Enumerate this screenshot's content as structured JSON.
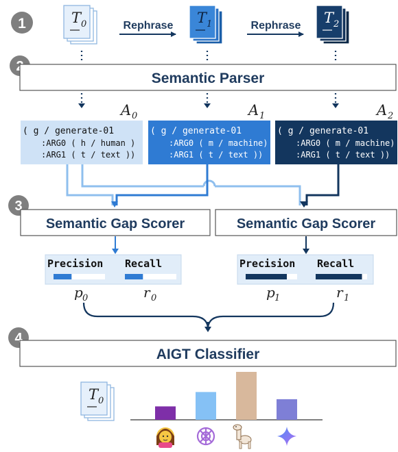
{
  "steps": [
    "1",
    "2",
    "3",
    "4"
  ],
  "docs": {
    "t0": {
      "base": "T",
      "sub": "0"
    },
    "t1": {
      "base": "T",
      "sub": "1"
    },
    "t2": {
      "base": "T",
      "sub": "2"
    }
  },
  "rephrase_label": "Rephrase",
  "semantic_parser_label": "Semantic Parser",
  "amr": {
    "a0": {
      "name_base": "A",
      "name_sub": "0",
      "lines": [
        "( g / generate-01",
        ":ARG0 ( h / human )",
        ":ARG1 ( t / text ))"
      ]
    },
    "a1": {
      "name_base": "A",
      "name_sub": "1",
      "lines": [
        "( g / generate-01",
        ":ARG0 ( m / machine)",
        ":ARG1 ( t / text ))"
      ]
    },
    "a2": {
      "name_base": "A",
      "name_sub": "2",
      "lines": [
        "( g / generate-01",
        ":ARG0 ( m / machine)",
        ":ARG1 ( t / text ))"
      ]
    }
  },
  "scorer_label": "Semantic Gap Scorer",
  "metrics": {
    "precision_label": "Precision",
    "recall_label": "Recall",
    "p0": {
      "base": "p",
      "sub": "0",
      "value": 0.35
    },
    "r0": {
      "base": "r",
      "sub": "0",
      "value": 0.35
    },
    "p1": {
      "base": "p",
      "sub": "1",
      "value": 0.8
    },
    "r1": {
      "base": "r",
      "sub": "1",
      "value": 0.9
    }
  },
  "classifier_label": "AIGT Classifier",
  "classifier_bars": [
    {
      "icon": "human-icon",
      "value": 0.28
    },
    {
      "icon": "chatgpt-icon",
      "value": 0.58
    },
    {
      "icon": "llama-icon",
      "value": 1.0
    },
    {
      "icon": "gemini-icon",
      "value": 0.43
    }
  ],
  "colors": {
    "light": "#cfe2f6",
    "mid": "#2f7bd3",
    "dark": "#13365e",
    "text_dark": "#1f3b5e",
    "gray": "#7f7f7f",
    "bar_purple": "#7e2fa8",
    "bar_blue": "#85c1f5",
    "bar_tan": "#d8b89c",
    "bar_violet": "#7e7fd6"
  }
}
